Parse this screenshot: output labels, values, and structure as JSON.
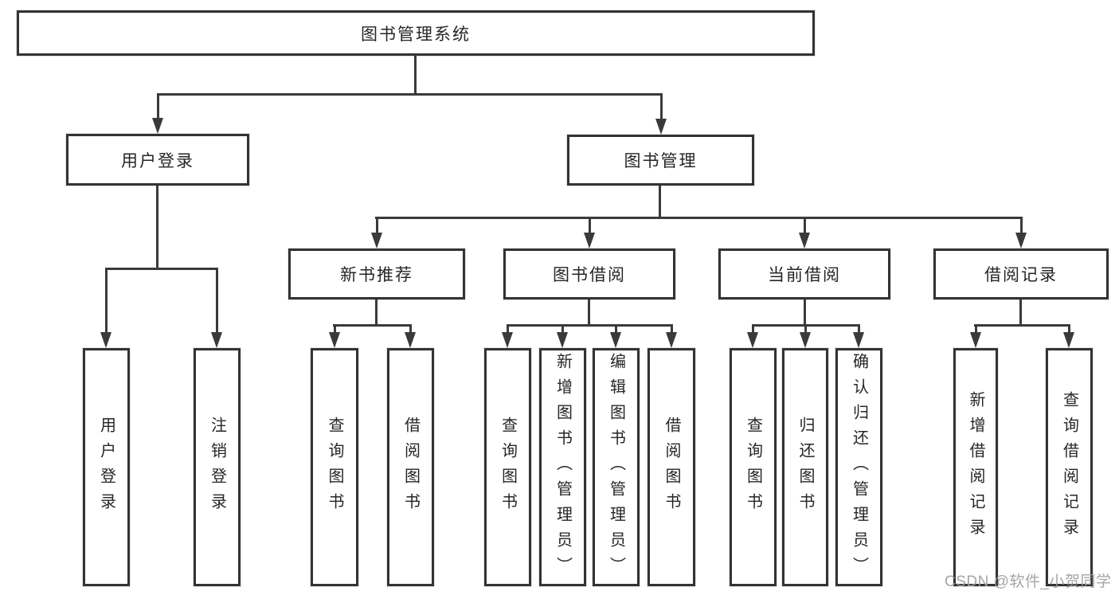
{
  "title": "图书管理系统",
  "watermark": "CSDN @软件_小贺同学",
  "colors": {
    "line": "#3a3a3a",
    "box_border": "#333333",
    "text": "#262626",
    "background": "#ffffff",
    "watermark": "#9e9e9e"
  },
  "tree": {
    "root": {
      "label": "图书管理系统"
    },
    "branches": [
      {
        "label": "用户登录",
        "children": [
          {
            "label": "用户登录"
          },
          {
            "label": "注销登录"
          }
        ]
      },
      {
        "label": "图书管理",
        "children": [
          {
            "label": "新书推荐",
            "children": [
              {
                "label": "查询图书"
              },
              {
                "label": "借阅图书"
              }
            ]
          },
          {
            "label": "图书借阅",
            "children": [
              {
                "label": "查询图书"
              },
              {
                "label": "新增图书（管理员）"
              },
              {
                "label": "编辑图书（管理员）"
              },
              {
                "label": "借阅图书"
              }
            ]
          },
          {
            "label": "当前借阅",
            "children": [
              {
                "label": "查询图书"
              },
              {
                "label": "归还图书"
              },
              {
                "label": "确认归还（管理员）"
              }
            ]
          },
          {
            "label": "借阅记录",
            "children": [
              {
                "label": "新增借阅记录"
              },
              {
                "label": "查询借阅记录"
              }
            ]
          }
        ]
      }
    ]
  }
}
